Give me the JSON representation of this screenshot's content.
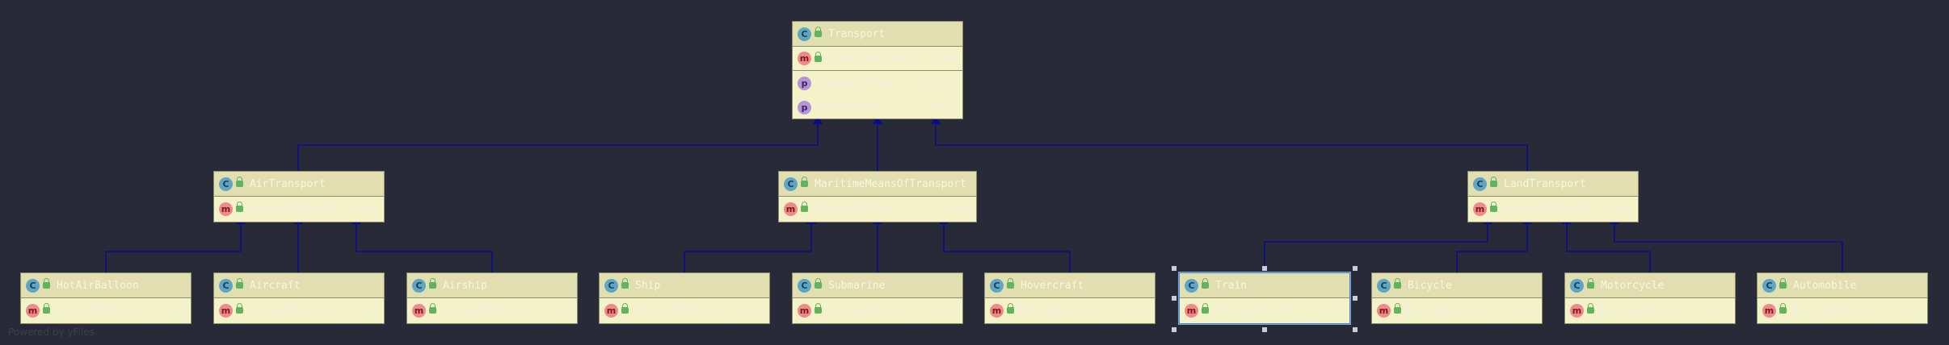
{
  "classes": {
    "transport": {
      "name": "Transport",
      "methods": [
        {
          "name": "drivingMethod()",
          "type": "void"
        }
      ],
      "fields": [
        {
          "name": "transportBrand",
          "type": "String"
        },
        {
          "name": "transportId",
          "type": "String"
        }
      ]
    },
    "airTransport": {
      "name": "AirTransport",
      "methods": [
        {
          "name": "drivingMethod()",
          "type": "void"
        }
      ]
    },
    "maritime": {
      "name": "MaritimeMeansOfTransport",
      "methods": [
        {
          "name": "drivingMethod()",
          "type": "void"
        }
      ]
    },
    "landTransport": {
      "name": "LandTransport",
      "methods": [
        {
          "name": "drivingMethod()",
          "type": "void"
        }
      ]
    },
    "hotAirBalloon": {
      "name": "HotAirBalloon",
      "methods": [
        {
          "name": "drivingMethod()",
          "type": "void"
        }
      ]
    },
    "aircraft": {
      "name": "Aircraft",
      "methods": [
        {
          "name": "drivingMethod()",
          "type": "void"
        }
      ]
    },
    "airship": {
      "name": "Airship",
      "methods": [
        {
          "name": "drivingMethod()",
          "type": "void"
        }
      ]
    },
    "ship": {
      "name": "Ship",
      "methods": [
        {
          "name": "drivingMethod()",
          "type": "void"
        }
      ]
    },
    "submarine": {
      "name": "Submarine",
      "methods": [
        {
          "name": "drivingMethod()",
          "type": "void"
        }
      ]
    },
    "hovercraft": {
      "name": "Hovercraft",
      "methods": [
        {
          "name": "drivingMethod()",
          "type": "void"
        }
      ]
    },
    "train": {
      "name": "Train",
      "methods": [
        {
          "name": "drivingMethod()",
          "type": "void"
        }
      ]
    },
    "bicycle": {
      "name": "Bicycle",
      "methods": [
        {
          "name": "drivingMethod()",
          "type": "void"
        }
      ]
    },
    "motorcycle": {
      "name": "Motorcycle",
      "methods": [
        {
          "name": "drivingMethod()",
          "type": "void"
        }
      ]
    },
    "automobile": {
      "name": "Automobile",
      "methods": [
        {
          "name": "drivingMethod()",
          "type": "void"
        }
      ]
    }
  },
  "badges": {
    "class": "C",
    "method": "m",
    "field": "p"
  },
  "footer": "Powered by yFiles",
  "colors": {
    "edge": "#0c0c8a",
    "background": "#282b37",
    "node": "#f4f2c8",
    "header": "#e1dfb0"
  }
}
